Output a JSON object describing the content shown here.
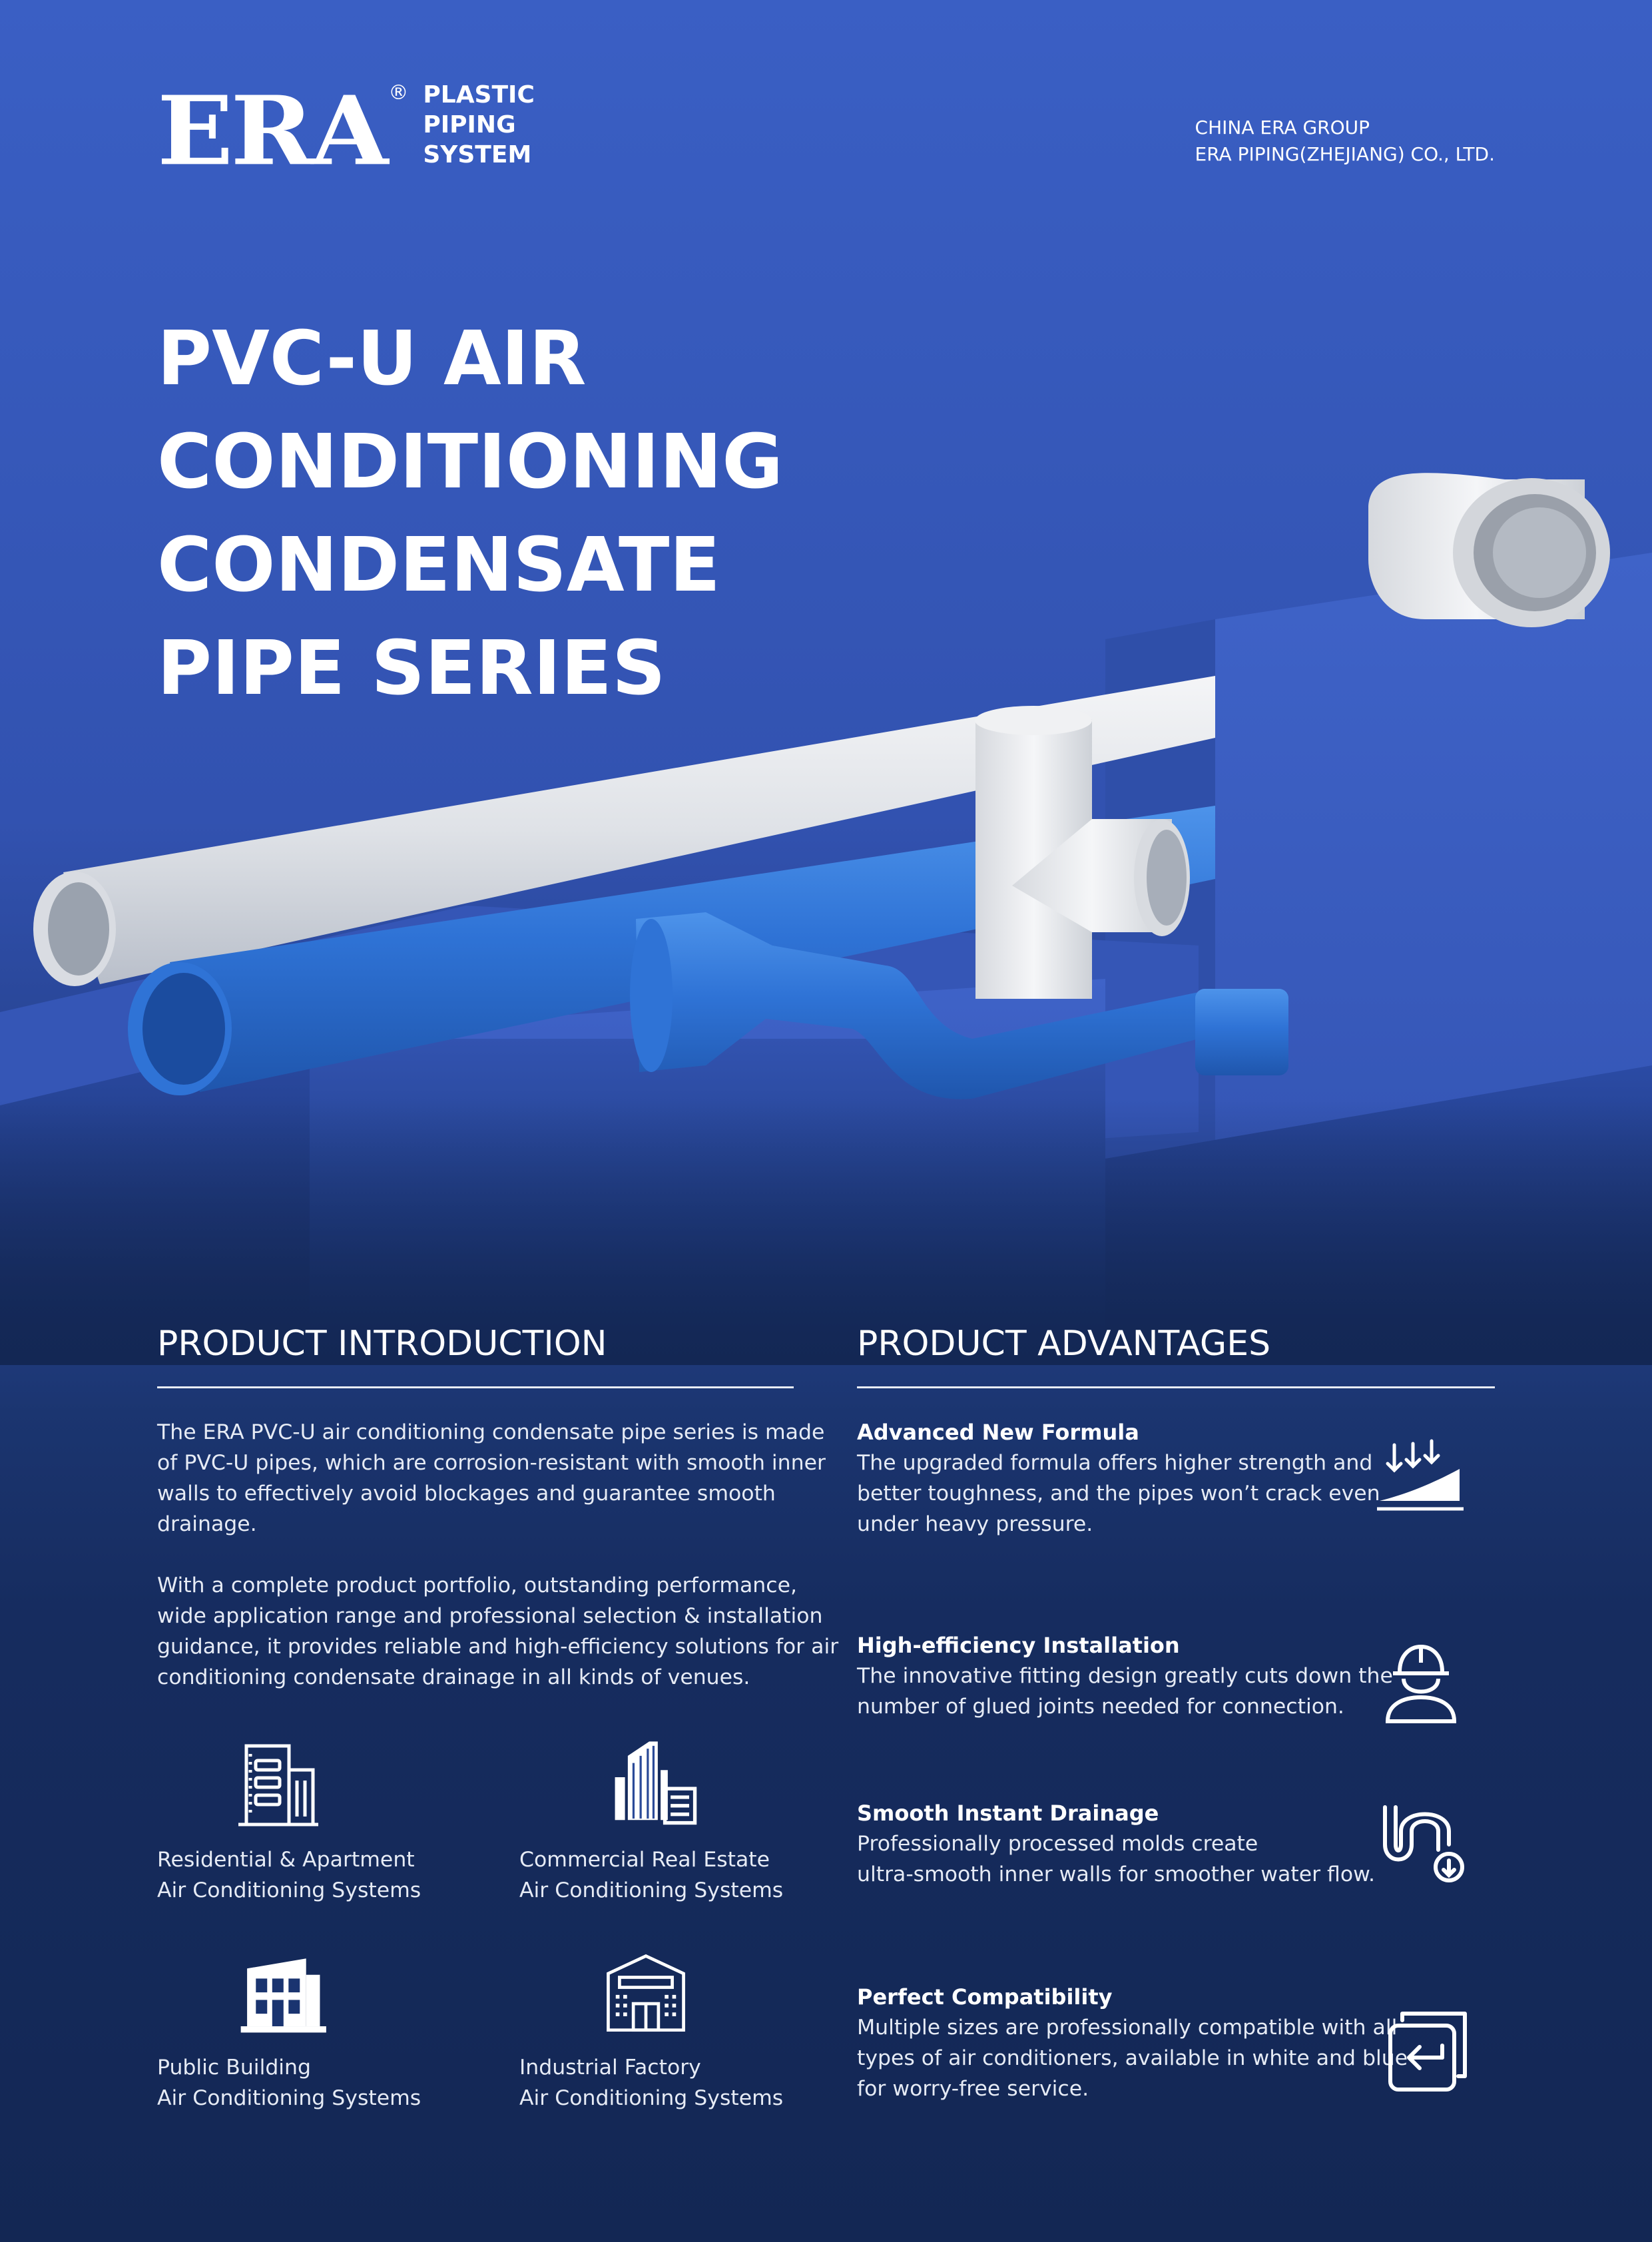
{
  "brand": {
    "logo": "ERA",
    "registered": "®",
    "tagline_lines": [
      "PLASTIC",
      "PIPING",
      "SYSTEM"
    ]
  },
  "company": {
    "line1": "CHINA ERA GROUP",
    "line2": "ERA PIPING(ZHEJIANG) CO., LTD."
  },
  "title_lines": [
    "PVC-U AIR",
    "CONDITIONING",
    "CONDENSATE",
    "PIPE SERIES"
  ],
  "introduction": {
    "heading": "PRODUCT INTRODUCTION",
    "para1": [
      "The ERA PVC-U air conditioning condensate pipe series is made",
      "of PVC-U pipes, which are corrosion-resistant with smooth inner",
      "walls to effectively avoid blockages and guarantee smooth",
      "drainage."
    ],
    "para2": [
      "With a complete product portfolio, outstanding performance,",
      "wide application range and professional selection & installation",
      "guidance, it provides reliable and high-efficiency solutions for air",
      "conditioning condensate drainage in all kinds of venues."
    ],
    "applications": [
      {
        "line1": "Residential & Apartment",
        "line2": "Air Conditioning Systems",
        "icon": "residential-building-icon"
      },
      {
        "line1": "Commercial Real Estate",
        "line2": "Air Conditioning Systems",
        "icon": "commercial-skyscraper-icon"
      },
      {
        "line1": "Public Building",
        "line2": "Air Conditioning Systems",
        "icon": "public-building-icon"
      },
      {
        "line1": "Industrial Factory",
        "line2": "Air Conditioning Systems",
        "icon": "factory-icon"
      }
    ]
  },
  "advantages": {
    "heading": "PRODUCT ADVANTAGES",
    "items": [
      {
        "title": "Advanced New Formula",
        "desc": [
          "The upgraded formula offers higher strength and",
          "better toughness, and the pipes won’t crack even",
          "under heavy pressure."
        ],
        "icon": "pressure-arrows-icon"
      },
      {
        "title": "High-efficiency Installation",
        "desc": [
          "The innovative fitting design greatly cuts down the",
          "number of glued joints needed for connection."
        ],
        "icon": "worker-helmet-icon"
      },
      {
        "title": "Smooth Instant Drainage",
        "desc": [
          "Professionally processed molds create",
          "ultra-smooth inner walls for smoother water flow."
        ],
        "icon": "drain-pipe-icon"
      },
      {
        "title": "Perfect Compatibility",
        "desc": [
          "Multiple sizes are professionally compatible with all",
          "types of air conditioners, available in white and blue",
          "for worry-free service."
        ],
        "icon": "compatibility-arrow-icon"
      }
    ]
  },
  "colors": {
    "background_top": "#3a5fc2",
    "background_bottom": "#132754",
    "pipe_blue": "#2f73d6",
    "pipe_white": "#e6e8ec",
    "text": "#ffffff"
  }
}
